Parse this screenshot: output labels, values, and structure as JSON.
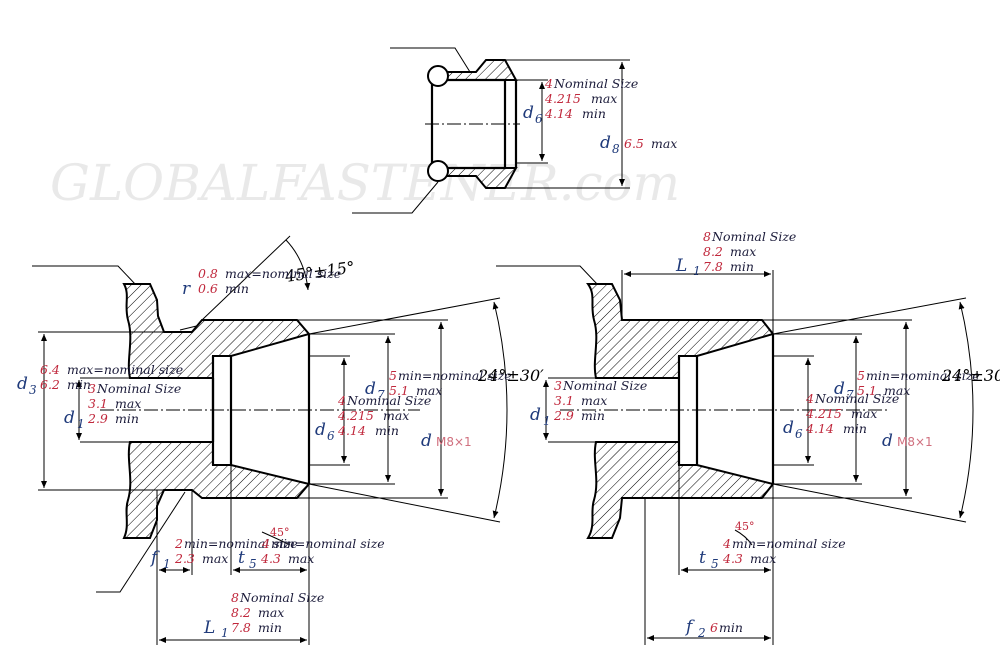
{
  "watermark": "GLOBALFASTENER.com",
  "thread": "M8×1",
  "angle_cone": "24°±30′",
  "angle_chamfer": "45°±15°",
  "angle_small": "45°",
  "angle_small2": "45°",
  "top": {
    "d6": {
      "label": "d",
      "sub": "6",
      "nominal": "4",
      "nominal_text": "Nominal Size",
      "max": "4.215",
      "max_text": "max",
      "min": "4.14",
      "min_text": "min"
    },
    "d8": {
      "label": "d",
      "sub": "8",
      "max": "6.5",
      "max_text": "max"
    }
  },
  "left": {
    "r": {
      "label": "r",
      "max": "0.8",
      "max_text": "max=nominal size",
      "min": "0.6",
      "min_text": "min"
    },
    "d3": {
      "label": "d",
      "sub": "3",
      "max": "6.4",
      "max_text": "max=nominal size",
      "min": "6.2",
      "min_text": "min"
    },
    "d1": {
      "label": "d",
      "sub": "1",
      "nominal": "3",
      "nominal_text": "Nominal Size",
      "max": "3.1",
      "max_text": "max",
      "min": "2.9",
      "min_text": "min"
    },
    "d7": {
      "label": "d",
      "sub": "7",
      "min": "5",
      "min_text": "min=nominal size",
      "max": "5.1",
      "max_text": "max"
    },
    "d6": {
      "label": "d",
      "sub": "6",
      "nominal": "4",
      "nominal_text": "Nominal Size",
      "max": "4.215",
      "max_text": "max",
      "min": "4.14",
      "min_text": "min"
    },
    "d": {
      "label": "d"
    },
    "f1": {
      "label": "f",
      "sub": "1",
      "min": "2",
      "min_text": "min=nominal size",
      "max": "2.3",
      "max_text": "max"
    },
    "t5": {
      "label": "t",
      "sub": "5",
      "min": "4",
      "min_text": "min=nominal size",
      "max": "4.3",
      "max_text": "max"
    },
    "L1": {
      "label": "L",
      "sub": "1",
      "nominal": "8",
      "nominal_text": "Nominal Size",
      "max": "8.2",
      "max_text": "max",
      "min": "7.8",
      "min_text": "min"
    }
  },
  "right": {
    "L1": {
      "label": "L",
      "sub": "1",
      "nominal": "8",
      "nominal_text": "Nominal Size",
      "max": "8.2",
      "max_text": "max",
      "min": "7.8",
      "min_text": "min"
    },
    "d1": {
      "label": "d",
      "sub": "1",
      "nominal": "3",
      "nominal_text": "Nominal Size",
      "max": "3.1",
      "max_text": "max",
      "min": "2.9",
      "min_text": "min"
    },
    "d7": {
      "label": "d",
      "sub": "7",
      "min": "5",
      "min_text": "min=nominal size",
      "max": "5.1",
      "max_text": "max"
    },
    "d6": {
      "label": "d",
      "sub": "6",
      "nominal": "4",
      "nominal_text": "Nominal Size",
      "max": "4.215",
      "max_text": "max",
      "min": "4.14",
      "min_text": "min"
    },
    "d": {
      "label": "d"
    },
    "t5": {
      "label": "t",
      "sub": "5",
      "min": "4",
      "min_text": "min=nominal size",
      "max": "4.3",
      "max_text": "max"
    },
    "f2": {
      "label": "f",
      "sub": "2",
      "min": "6",
      "min_text": "min"
    }
  }
}
